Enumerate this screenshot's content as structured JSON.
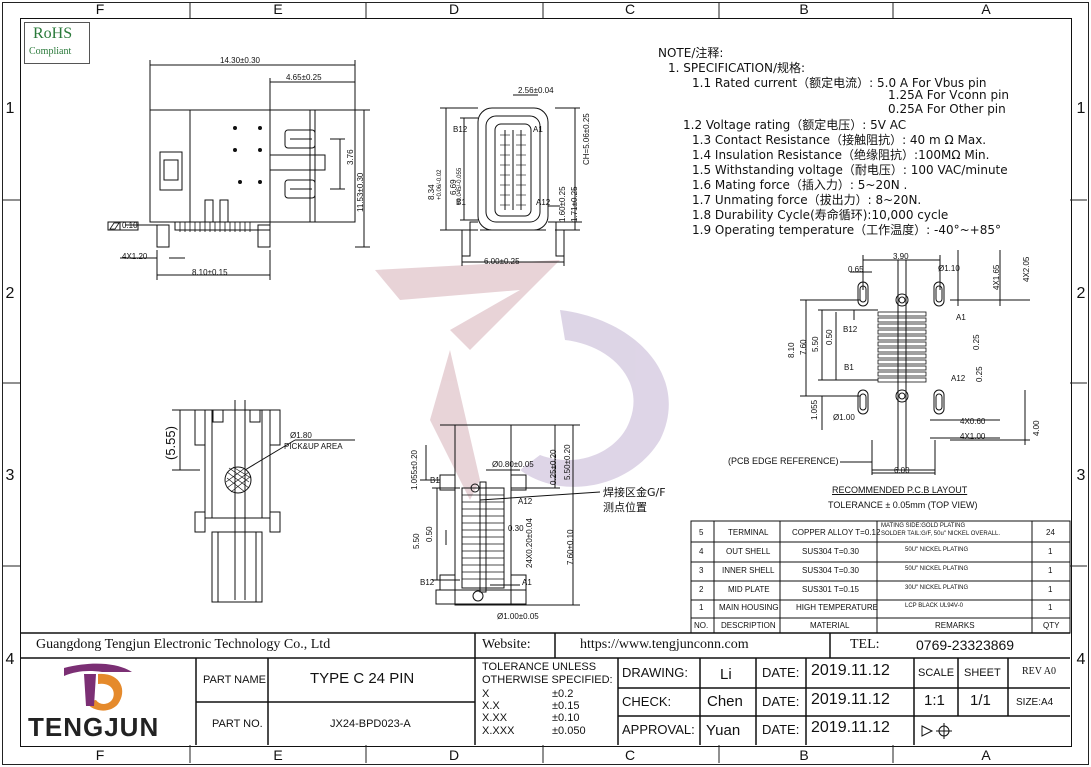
{
  "border": {
    "columns_top": [
      "F",
      "E",
      "D",
      "C",
      "B",
      "A"
    ],
    "columns_bottom": [
      "F",
      "E",
      "D",
      "C",
      "B",
      "A"
    ],
    "rows_left": [
      "1",
      "2",
      "3",
      "4"
    ],
    "rows_right": [
      "1",
      "2",
      "3",
      "4"
    ]
  },
  "rohs": {
    "title": "RoHS",
    "subtitle": "Compliant"
  },
  "notes": {
    "header": "NOTE/注释:",
    "spec": "1.  SPECIFICATION/规格:",
    "lines": [
      "1.1    Rated  current（额定电流）: 5.0  A  For  Vbus  pin",
      "1.25A  For  Vconn  pin",
      "0.25A  For  Other  pin",
      "1.2  Voltage  rating（额定电压）: 5V  AC",
      "1.3    Contact  Resistance（接触阻抗）: 40  m  Ω  Max.",
      "1.4    Insulation  Resistance（绝缘阻抗）:100MΩ  Min.",
      "1.5    Withstanding  voltage（耐电压）: 100  VAC/minute",
      "1.6    Mating  force（插入力）: 5~20N  .",
      "1.7    Unmating  force（拔出力）: 8~20N.",
      "1.8    Durability  Cycle(寿命循环):10,000    cycle",
      "1.9  Operating  temperature（工作温度）: -40°~+85°"
    ]
  },
  "dims": {
    "front_w": "14.30±0.30",
    "front_w2": "4.65±0.25",
    "front_h1": "3.76",
    "front_h2": "11.53±0.30",
    "flat": "0.10",
    "pitch": "4X1.20",
    "base": "8.10±0.15",
    "side_top": "2.56±0.04",
    "side_h": "CH=5.06±0.25",
    "side_b12": "B12",
    "side_a1": "A1",
    "side_b1": "B1",
    "side_a12": "A12",
    "side_834": "8.34",
    "side_834t": "+0.06/-0.02",
    "side_669": "6.69",
    "side_669t": "+0.045/-0.055",
    "side_160": "1.60±0.25",
    "side_171": "1.71±0.25",
    "side_bottom": "6.00±0.25",
    "top_555": "(5.55)",
    "pick_d": "Ø1.80",
    "pick": "PICK&UP AREA",
    "bot_080": "Ø0.80±0.05",
    "bot_1055": "1.055±0.20",
    "bot_025": "0.25±0.20",
    "bot_550": "5.50±0.20",
    "bot_b1": "B1",
    "bot_a12": "A12",
    "bot_030": "0.30",
    "bot_b12": "B12",
    "bot_a1": "A1",
    "bot_550b": "5.50",
    "bot_050": "0.50",
    "bot_24x": "24X0.20±0.04",
    "bot_760": "7.60±0.10",
    "bot_100": "Ø1.00±0.05",
    "weld_1": "焊接区金G/F",
    "weld_2": "测点位置",
    "pcb_390": "3.90",
    "pcb_065": "0.65",
    "pcb_110": "Ø1.10",
    "pcb_4x165": "4X1.65",
    "pcb_4x205": "4X2.05",
    "pcb_810": "8.10",
    "pcb_760": "7.60",
    "pcb_550": "5.50",
    "pcb_050": "0.50",
    "pcb_b12": "B12",
    "pcb_a1": "A1",
    "pcb_025": "0.25",
    "pcb_b1": "B1",
    "pcb_a12": "A12",
    "pcb_025b": "0.25",
    "pcb_1055": "1.055",
    "pcb_100": "Ø1.00",
    "pcb_4x060": "4X0.60",
    "pcb_4x100": "4X1.00",
    "pcb_400": "4.00",
    "pcb_edge": "(PCB EDGE REFERENCE)",
    "pcb_600": "6.00",
    "pcb_title": "RECOMMENDED P.C.B LAYOUT",
    "pcb_tol": "TOLERANCE ± 0.05mm (TOP VIEW)"
  },
  "bom": {
    "rows": [
      {
        "no": "5",
        "desc": "TERMINAL",
        "mat": "COPPER ALLOY  T=0.12",
        "rem1": "MATING SIDE:GOLD PLATING",
        "rem2": "SOLDER TAIL:G/F, 50u\" NICKEL OVERALL.",
        "qty": "24"
      },
      {
        "no": "4",
        "desc": "OUT SHELL",
        "mat": "SUS304  T=0.30",
        "rem1": "50U\"   NICKEL PLATING",
        "rem2": "",
        "qty": "1"
      },
      {
        "no": "3",
        "desc": "INNER SHELL",
        "mat": "SUS304  T=0.30",
        "rem1": "50U\"   NICKEL PLATING",
        "rem2": "",
        "qty": "1"
      },
      {
        "no": "2",
        "desc": "MID PLATE",
        "mat": "SUS301  T=0.15",
        "rem1": "30U\"   NICKEL PLATING",
        "rem2": "",
        "qty": "1"
      },
      {
        "no": "1",
        "desc": "MAIN HOUSING",
        "mat": "HIGH TEMPERATURE",
        "rem1": "LCP  BLACK     UL94V-0",
        "rem2": "",
        "qty": "1"
      }
    ],
    "header": {
      "no": "NO.",
      "desc": "DESCRIPTION",
      "mat": "MATERIAL",
      "rem": "REMARKS",
      "qty": "QTY"
    }
  },
  "title_block": {
    "company": "Guangdong Tengjun Electronic Technology Co., Ltd",
    "website_label": "Website:",
    "website": "https://www.tengjunconn.com",
    "tel_label": "TEL:",
    "tel": "0769-23323869",
    "logo_text": "TENGJUN",
    "part_name_label": "PART  NAME",
    "part_name": "TYPE  C  24  PIN",
    "part_no_label": "PART  NO.",
    "part_no": "JX24-BPD023-A",
    "tolerance_title": "TOLERANCE  UNLESS",
    "tolerance_title2": "OTHERWISE  SPECIFIED:",
    "tol_rows": [
      {
        "k": "X",
        "v": "±0.2"
      },
      {
        "k": "X.X",
        "v": "±0.15"
      },
      {
        "k": "X.XX",
        "v": "±0.10"
      },
      {
        "k": "X.XXX",
        "v": "±0.050"
      }
    ],
    "drawing_label": "DRAWING:",
    "drawing": "Li",
    "check_label": "CHECK:",
    "check": "Chen",
    "approval_label": "APPROVAL:",
    "approval": "Yuan",
    "date_label": "DATE:",
    "date1": "2019.11.12",
    "date2": "2019.11.12",
    "date3": "2019.11.12",
    "scale_label": "SCALE",
    "scale": "1:1",
    "sheet_label": "SHEET",
    "sheet": "1/1",
    "rev": "REV A0",
    "size": "SIZE:A4"
  },
  "colors": {
    "line": "#111111",
    "watermark_red": "#cfa6ae",
    "watermark_purple": "#b9a9cb",
    "logo_purple": "#7b2f74",
    "logo_orange": "#e58a2c"
  }
}
